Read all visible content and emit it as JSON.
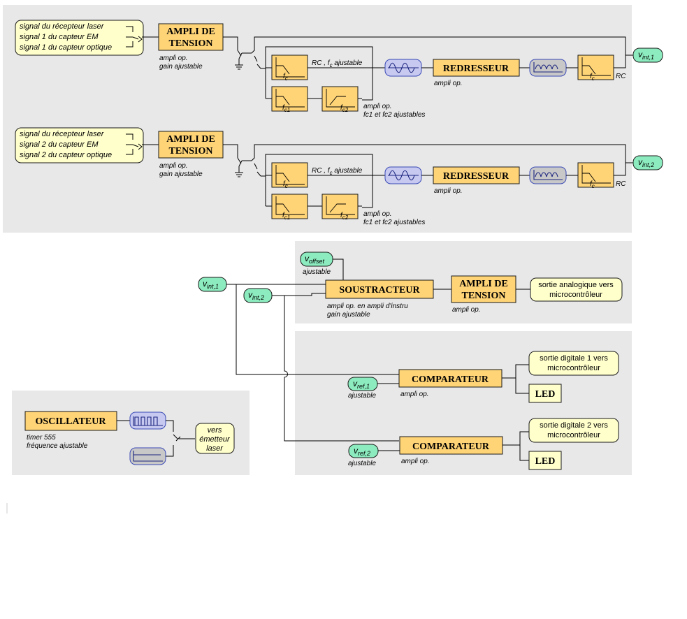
{
  "channels": [
    {
      "sources": [
        "signal du récepteur laser",
        "signal 1 du capteur EM",
        "signal 1 du capteur optique"
      ],
      "ampli_line1": "AMPLI DE",
      "ampli_line2": "TENSION",
      "ampli_note1": "ampli op.",
      "ampli_note2": "gain ajustable",
      "lp_label": "f",
      "lp_sub": "c",
      "rc_note_a": "RC , ",
      "rc_note_f": "f",
      "rc_note_sub": "c",
      "rc_note_b": " ajustable",
      "bp1_label": "f",
      "bp1_sub": "c1",
      "bp2_label": "f",
      "bp2_sub": "c2",
      "bp_note1": "ampli op.",
      "bp_note2": "fc1 et fc2 ajustables",
      "redresseur": "REDRESSEUR",
      "redresseur_note": "ampli op.",
      "out_lp_label": "f",
      "out_lp_sub": "c",
      "out_rc": "RC",
      "output_v": "v",
      "output_sub": "int,1"
    },
    {
      "sources": [
        "signal du récepteur laser",
        "signal 2 du capteur EM",
        "signal 2 du capteur optique"
      ],
      "ampli_line1": "AMPLI DE",
      "ampli_line2": "TENSION",
      "ampli_note1": "ampli op.",
      "ampli_note2": "gain ajustable",
      "lp_label": "f",
      "lp_sub": "c",
      "rc_note_a": "RC , ",
      "rc_note_f": "f",
      "rc_note_sub": "c",
      "rc_note_b": " ajustable",
      "bp1_label": "f",
      "bp1_sub": "c1",
      "bp2_label": "f",
      "bp2_sub": "c2",
      "bp_note1": "ampli op.",
      "bp_note2": "fc1 et fc2 ajustables",
      "redresseur": "REDRESSEUR",
      "redresseur_note": "ampli op.",
      "out_lp_label": "f",
      "out_lp_sub": "c",
      "out_rc": "RC",
      "output_v": "v",
      "output_sub": "int,2"
    }
  ],
  "analog": {
    "offset_v": "v",
    "offset_sub": "offset",
    "offset_note": "ajustable",
    "in1_v": "v",
    "in1_sub": "int,1",
    "in2_v": "v",
    "in2_sub": "int,2",
    "soustracteur": "SOUSTRACTEUR",
    "sous_note1": "ampli op. en ampli d'instru",
    "sous_note2": "gain ajustable",
    "ampli_line1": "AMPLI DE",
    "ampli_line2": "TENSION",
    "ampli_note": "ampli op.",
    "output_line1": "sortie analogique vers",
    "output_line2": "microcontrôleur"
  },
  "digital": [
    {
      "ref_v": "v",
      "ref_sub": "ref,1",
      "ref_note": "ajustable",
      "comparateur": "COMPARATEUR",
      "comp_note": "ampli op.",
      "output_line1": "sortie digitale 1 vers",
      "output_line2": "microcontrôleur",
      "led": "LED"
    },
    {
      "ref_v": "v",
      "ref_sub": "ref,2",
      "ref_note": "ajustable",
      "comparateur": "COMPARATEUR",
      "comp_note": "ampli op.",
      "output_line1": "sortie digitale 2 vers",
      "output_line2": "microcontrôleur",
      "led": "LED"
    }
  ],
  "oscillator": {
    "label": "OSCILLATEUR",
    "note1": "timer 555",
    "note2": "fréquence ajustable",
    "output_line1": "vers",
    "output_line2": "émetteur",
    "output_line3": "laser"
  },
  "colors": {
    "block": "#ffd477",
    "source_box": "#ffffcc",
    "signal_pill": "#8cecbf",
    "waveform_box": "#c7c9f0",
    "panel": "#e8e8e8"
  }
}
